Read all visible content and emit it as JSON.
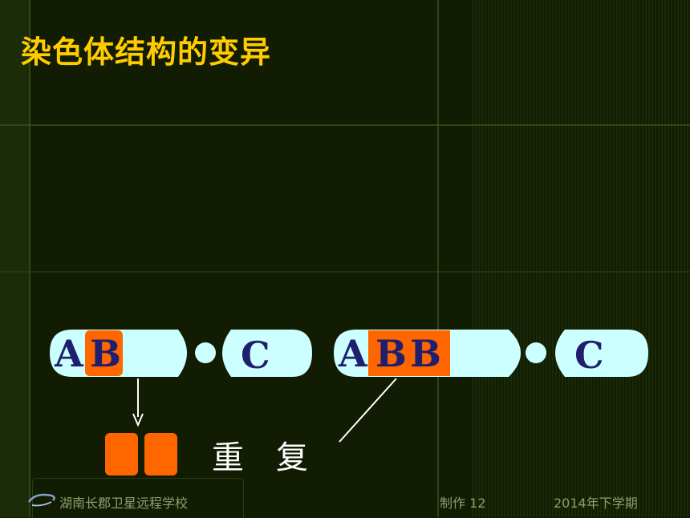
{
  "slide": {
    "title": "染色体结构的变异"
  },
  "chromosome_normal": {
    "gene_a": "A",
    "gene_b": "B",
    "gene_c": "C"
  },
  "chromosome_mutant": {
    "gene_a": "A",
    "gene_b1": "B",
    "gene_b2": "B",
    "gene_c": "C"
  },
  "mutation_label": "重复",
  "footer": {
    "school": "湖南长郡卫星远程学校",
    "maker": "制作 12",
    "date": "2014年下学期"
  },
  "colors": {
    "title": "#ffcc00",
    "chromosome_fill": "#ccffff",
    "segment_highlight": "#ff6600",
    "gene_text": "#1f1f6e",
    "background": "#111c02"
  },
  "icons": {
    "footer_logo": "swoosh-logo-icon"
  }
}
